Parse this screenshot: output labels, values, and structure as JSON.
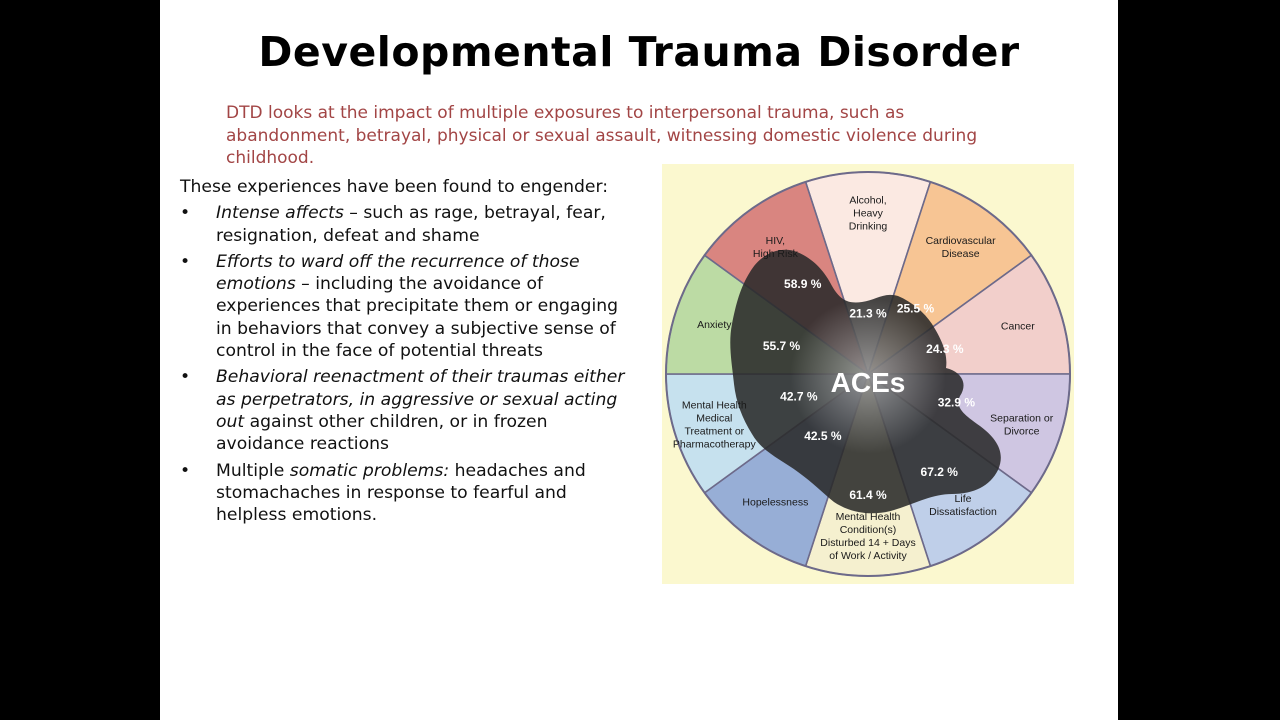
{
  "title": "Developmental Trauma Disorder",
  "intro": "DTD looks at the impact of multiple exposures to interpersonal trauma, such as abandonment, betrayal, physical or sexual assault, witnessing domestic violence during childhood.",
  "lead": "These experiences have been found to engender:",
  "bullet_symbol": "•",
  "bullets": [
    {
      "em": "Intense affects",
      "rest": " – such as rage, betrayal, fear, resignation, defeat and shame"
    },
    {
      "em": "Efforts to ward off the recurrence of those emotions",
      "rest": " – including the avoidance of experiences that precipitate them or engaging in behaviors that  convey a subjective sense of control in the face of potential threats"
    },
    {
      "em": "Behavioral reenactment of their traumas either as perpetrators, in aggressive or sexual acting out",
      "rest": " against other children, or in frozen avoidance reactions"
    }
  ],
  "last_bullet": {
    "pre": "Multiple ",
    "em": "somatic problems:",
    "rest": " headaches and stomachaches in response to fearful and helpless emotions."
  },
  "diagram": {
    "center_label": "ACEs",
    "segments": [
      {
        "label": "Alcohol, Heavy Drinking",
        "value": "21.3 %",
        "color": "#fbe9e2"
      },
      {
        "label": "Cardiovascular Disease",
        "value": "25.5 %",
        "color": "#f7c594"
      },
      {
        "label": "Cancer",
        "value": "24.3 %",
        "color": "#f2cfcb"
      },
      {
        "label": "Separation or Divorce",
        "value": "32.9 %",
        "color": "#cfc6e2"
      },
      {
        "label": "Life Dissatisfaction",
        "value": "67.2 %",
        "color": "#bfcfe9"
      },
      {
        "label": "Mental Health Condition(s) Disturbed 14 + Days of Work / Activity",
        "value": "61.4 %",
        "color": "#f5f0cf"
      },
      {
        "label": "Hopelessness",
        "value": "42.5 %",
        "color": "#97aed6"
      },
      {
        "label": "Mental Health Medical Treatment or Pharmacotherapy",
        "value": "42.7 %",
        "color": "#c6e1ee"
      },
      {
        "label": "Anxiety",
        "value": "55.7 %",
        "color": "#bcdba4"
      },
      {
        "label": "HIV, High Risk",
        "value": "58.9 %",
        "color": "#d98580"
      }
    ]
  }
}
